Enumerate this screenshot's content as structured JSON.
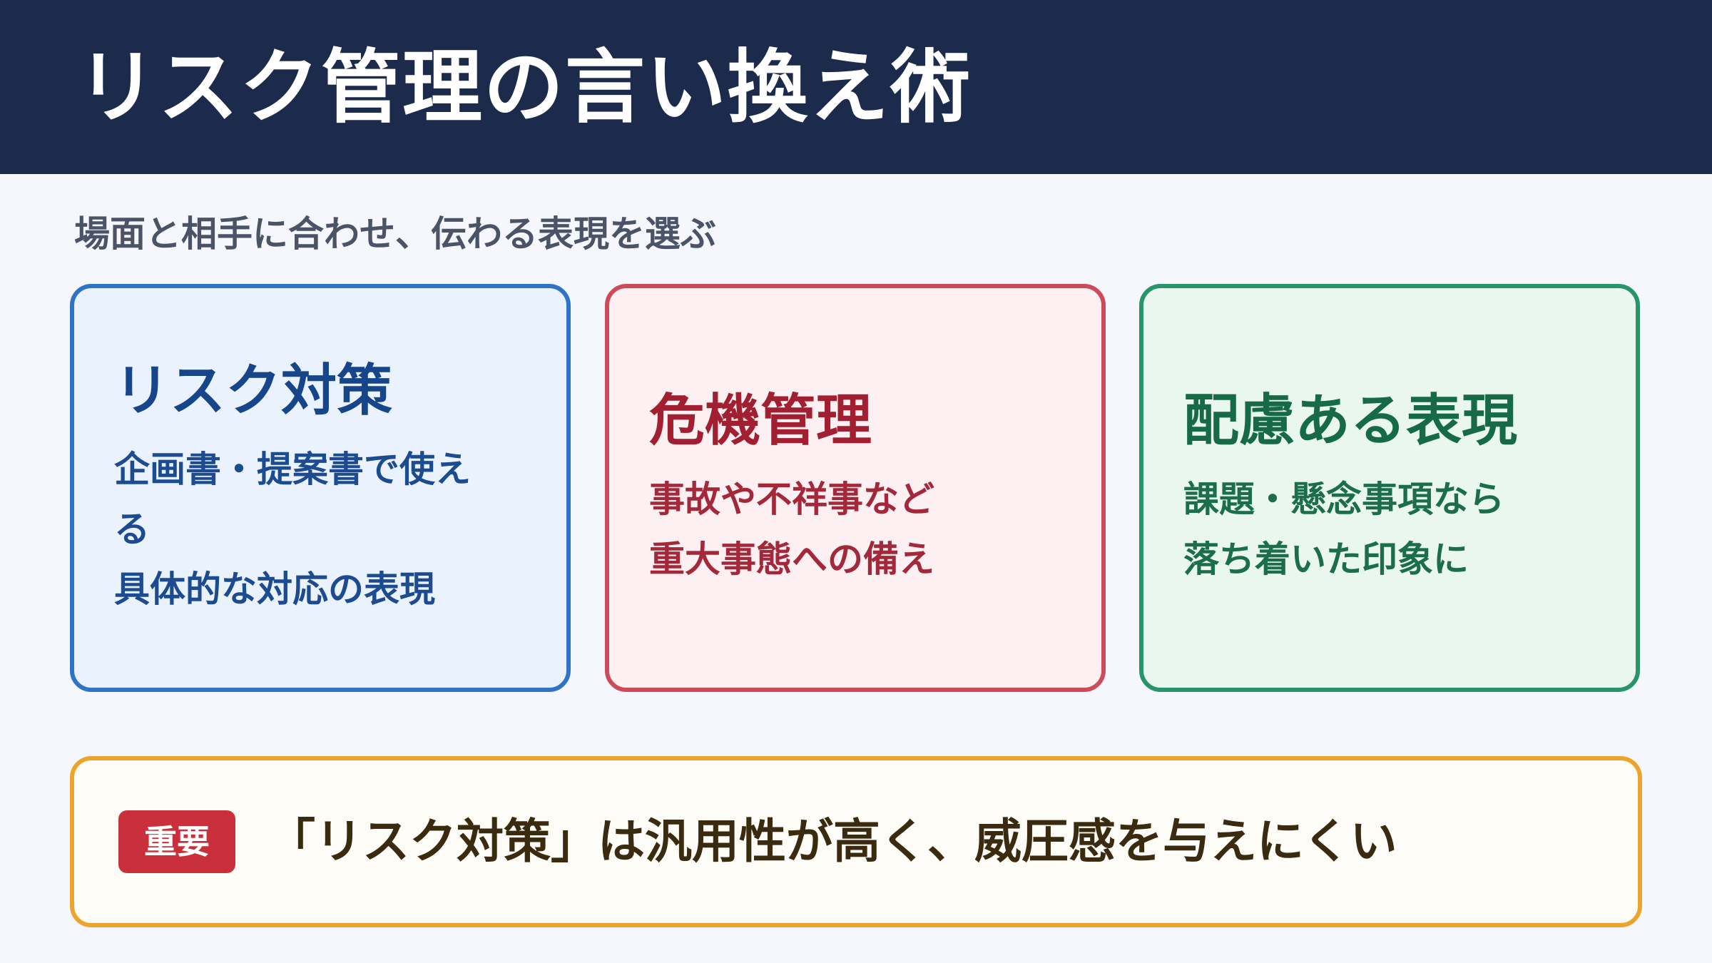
{
  "header": {
    "title": "リスク管理の言い換え術"
  },
  "subtitle": "場面と相手に合わせ、伝わる表現を選ぶ",
  "colors": {
    "header_bg": "#1c2b4b",
    "page_bg": "#f5f7fc",
    "blue": "#2f73c7",
    "red": "#cc4a5a",
    "green": "#27946a",
    "orange": "#eda42c",
    "badge_red": "#c9303b"
  },
  "cards": [
    {
      "title": "リスク対策",
      "lines": [
        "企画書・提案書で使え",
        "る",
        "具体的な対応の表現"
      ]
    },
    {
      "title": "危機管理",
      "lines": [
        "事故や不祥事など",
        "重大事態への備え"
      ]
    },
    {
      "title": "配慮ある表現",
      "lines": [
        "課題・懸念事項なら",
        "落ち着いた印象に"
      ]
    }
  ],
  "callout": {
    "badge": "重要",
    "text": "「リスク対策」は汎用性が高く、威圧感を与えにくい"
  }
}
